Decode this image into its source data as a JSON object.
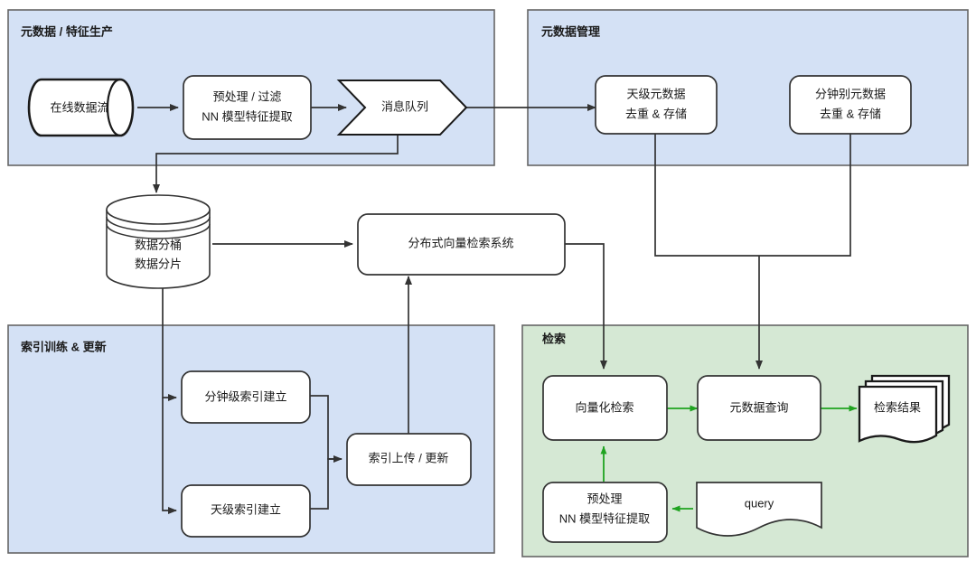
{
  "diagram": {
    "title_visible": false,
    "colors": {
      "panel_blue_fill": "#d4e1f5",
      "panel_green_fill": "#d5e8d4",
      "panel_stroke": "#666666",
      "node_fill": "#ffffff",
      "node_stroke": "#333333",
      "edge_gray": "#4d4d4d",
      "edge_green": "#1fa320",
      "text": "#1a1a1a"
    },
    "panels": [
      {
        "id": "metadata-feature-production",
        "label": "元数据 / 特征生产",
        "fill": "#d4e1f5"
      },
      {
        "id": "metadata-management",
        "label": "元数据管理",
        "fill": "#d4e1f5"
      },
      {
        "id": "index-training-update",
        "label": "索引训练 & 更新",
        "fill": "#d4e1f5"
      },
      {
        "id": "retrieval",
        "label": "检索",
        "fill": "#d5e8d4"
      }
    ],
    "nodes": [
      {
        "id": "online-data-stream",
        "shape": "cylinder-horizontal",
        "lines": [
          "在线数据流"
        ]
      },
      {
        "id": "preprocess-extract",
        "shape": "rounded-rect",
        "lines": [
          "预处理 / 过滤",
          "NN 模型特征提取"
        ]
      },
      {
        "id": "message-queue",
        "shape": "chevron",
        "lines": [
          "消息队列"
        ]
      },
      {
        "id": "day-level-metadata",
        "shape": "rounded-rect",
        "lines": [
          "天级元数据",
          "去重 & 存储"
        ]
      },
      {
        "id": "minute-level-metadata",
        "shape": "rounded-rect",
        "lines": [
          "分钟别元数据",
          "去重 & 存储"
        ]
      },
      {
        "id": "data-bucket-shard",
        "shape": "cylinder-vertical",
        "lines": [
          "数据分桶",
          "数据分片"
        ]
      },
      {
        "id": "distributed-vector-search",
        "shape": "rounded-rect",
        "lines": [
          "分布式向量检索系统"
        ]
      },
      {
        "id": "minute-index-build",
        "shape": "rounded-rect",
        "lines": [
          "分钟级索引建立"
        ]
      },
      {
        "id": "day-index-build",
        "shape": "rounded-rect",
        "lines": [
          "天级索引建立"
        ]
      },
      {
        "id": "index-upload-update",
        "shape": "rounded-rect",
        "lines": [
          "索引上传 / 更新"
        ]
      },
      {
        "id": "vector-retrieval",
        "shape": "rounded-rect",
        "lines": [
          "向量化检索"
        ]
      },
      {
        "id": "metadata-query",
        "shape": "rounded-rect",
        "lines": [
          "元数据查询"
        ]
      },
      {
        "id": "retrieval-results",
        "shape": "multi-document",
        "lines": [
          "检索结果"
        ]
      },
      {
        "id": "query-preprocess",
        "shape": "rounded-rect",
        "lines": [
          "预处理",
          "NN 模型特征提取"
        ]
      },
      {
        "id": "query",
        "shape": "document",
        "lines": [
          "query"
        ]
      }
    ],
    "edges": [
      {
        "from": "online-data-stream",
        "to": "preprocess-extract",
        "color": "#4d4d4d"
      },
      {
        "from": "preprocess-extract",
        "to": "message-queue",
        "color": "#4d4d4d"
      },
      {
        "from": "message-queue",
        "to": "day-level-metadata",
        "color": "#4d4d4d"
      },
      {
        "from": "message-queue",
        "to": "data-bucket-shard",
        "color": "#4d4d4d"
      },
      {
        "from": "data-bucket-shard",
        "to": "distributed-vector-search",
        "color": "#4d4d4d"
      },
      {
        "from": "data-bucket-shard",
        "to": "minute-index-build",
        "color": "#4d4d4d"
      },
      {
        "from": "data-bucket-shard",
        "to": "day-index-build",
        "color": "#4d4d4d"
      },
      {
        "from": "minute-index-build",
        "to": "index-upload-update",
        "color": "#4d4d4d"
      },
      {
        "from": "day-index-build",
        "to": "index-upload-update",
        "color": "#4d4d4d"
      },
      {
        "from": "index-upload-update",
        "to": "distributed-vector-search",
        "color": "#4d4d4d"
      },
      {
        "from": "distributed-vector-search",
        "to": "vector-retrieval",
        "color": "#4d4d4d"
      },
      {
        "from": "day-level-metadata",
        "to": "metadata-query",
        "color": "#4d4d4d"
      },
      {
        "from": "minute-level-metadata",
        "to": "metadata-query",
        "color": "#4d4d4d"
      },
      {
        "from": "vector-retrieval",
        "to": "metadata-query",
        "color": "#1fa320"
      },
      {
        "from": "metadata-query",
        "to": "retrieval-results",
        "color": "#1fa320"
      },
      {
        "from": "query",
        "to": "query-preprocess",
        "color": "#1fa320"
      },
      {
        "from": "query-preprocess",
        "to": "vector-retrieval",
        "color": "#1fa320"
      }
    ]
  }
}
